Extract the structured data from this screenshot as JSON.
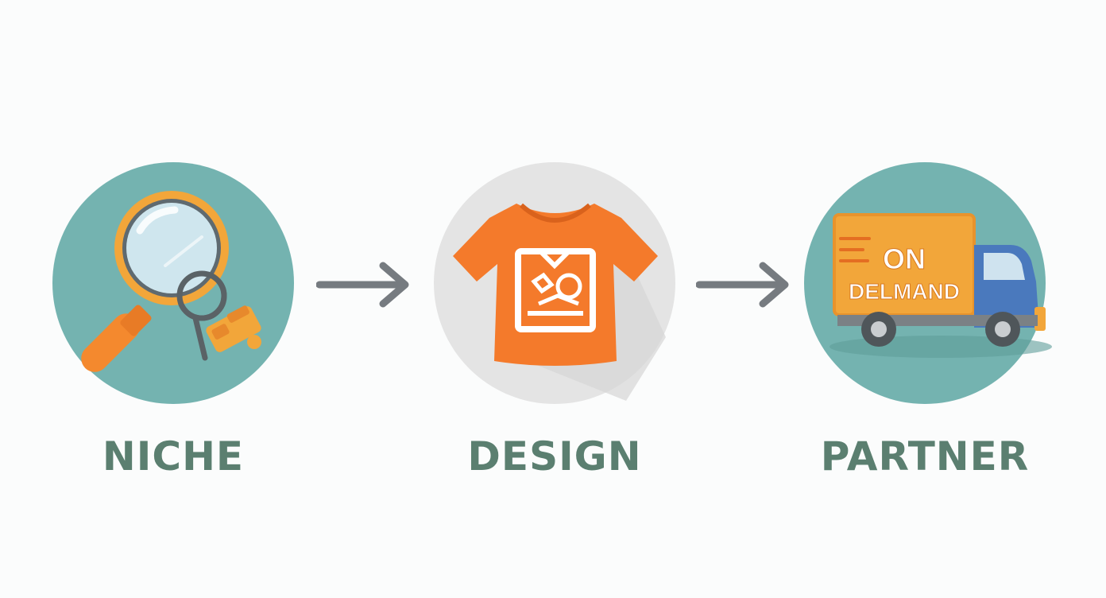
{
  "colors": {
    "background": "#fbfcfc",
    "teal_circle": "#74b3b0",
    "grey_circle": "#e4e4e4",
    "label": "#5b7f70",
    "orange": "#f4892e",
    "amber": "#f2a63a",
    "arrow": "#767b80",
    "truck_blue": "#4a79bd"
  },
  "steps": [
    {
      "label": "NICHE",
      "icon": "magnifying-glass-icon"
    },
    {
      "label": "DESIGN",
      "icon": "t-shirt-icon"
    },
    {
      "label": "PARTNER",
      "icon": "delivery-truck-icon"
    }
  ],
  "truck_text": {
    "line1": "ON",
    "line2": "DELMAND"
  },
  "arrows": [
    {
      "icon": "arrow-right-icon"
    },
    {
      "icon": "arrow-right-icon"
    }
  ]
}
